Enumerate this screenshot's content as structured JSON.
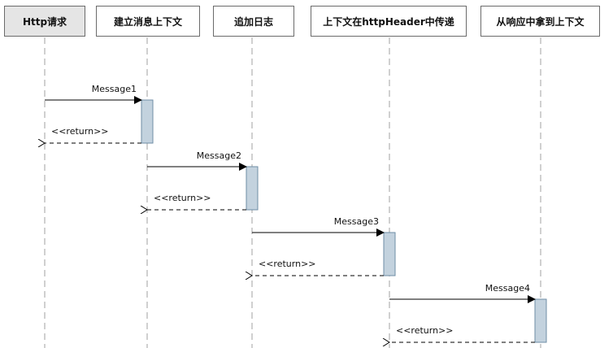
{
  "lifelines": [
    {
      "id": "http",
      "label": "Http请求"
    },
    {
      "id": "ctx",
      "label": "建立消息上下文"
    },
    {
      "id": "log",
      "label": "追加日志"
    },
    {
      "id": "hdr",
      "label": "上下文在httpHeader中传递"
    },
    {
      "id": "resp",
      "label": "从响应中拿到上下文"
    }
  ],
  "messages": [
    {
      "from": 0,
      "to": 1,
      "label": "Message1",
      "return_label": "<<return>>"
    },
    {
      "from": 1,
      "to": 2,
      "label": "Message2",
      "return_label": "<<return>>"
    },
    {
      "from": 2,
      "to": 3,
      "label": "Message3",
      "return_label": "<<return>>"
    },
    {
      "from": 3,
      "to": 4,
      "label": "Message4",
      "return_label": "<<return>>"
    }
  ],
  "colors": {
    "activation_fill": "#c3d2de",
    "activation_stroke": "#6f8ea6",
    "line": "#000000",
    "lifeline": "#a0a0a0"
  }
}
